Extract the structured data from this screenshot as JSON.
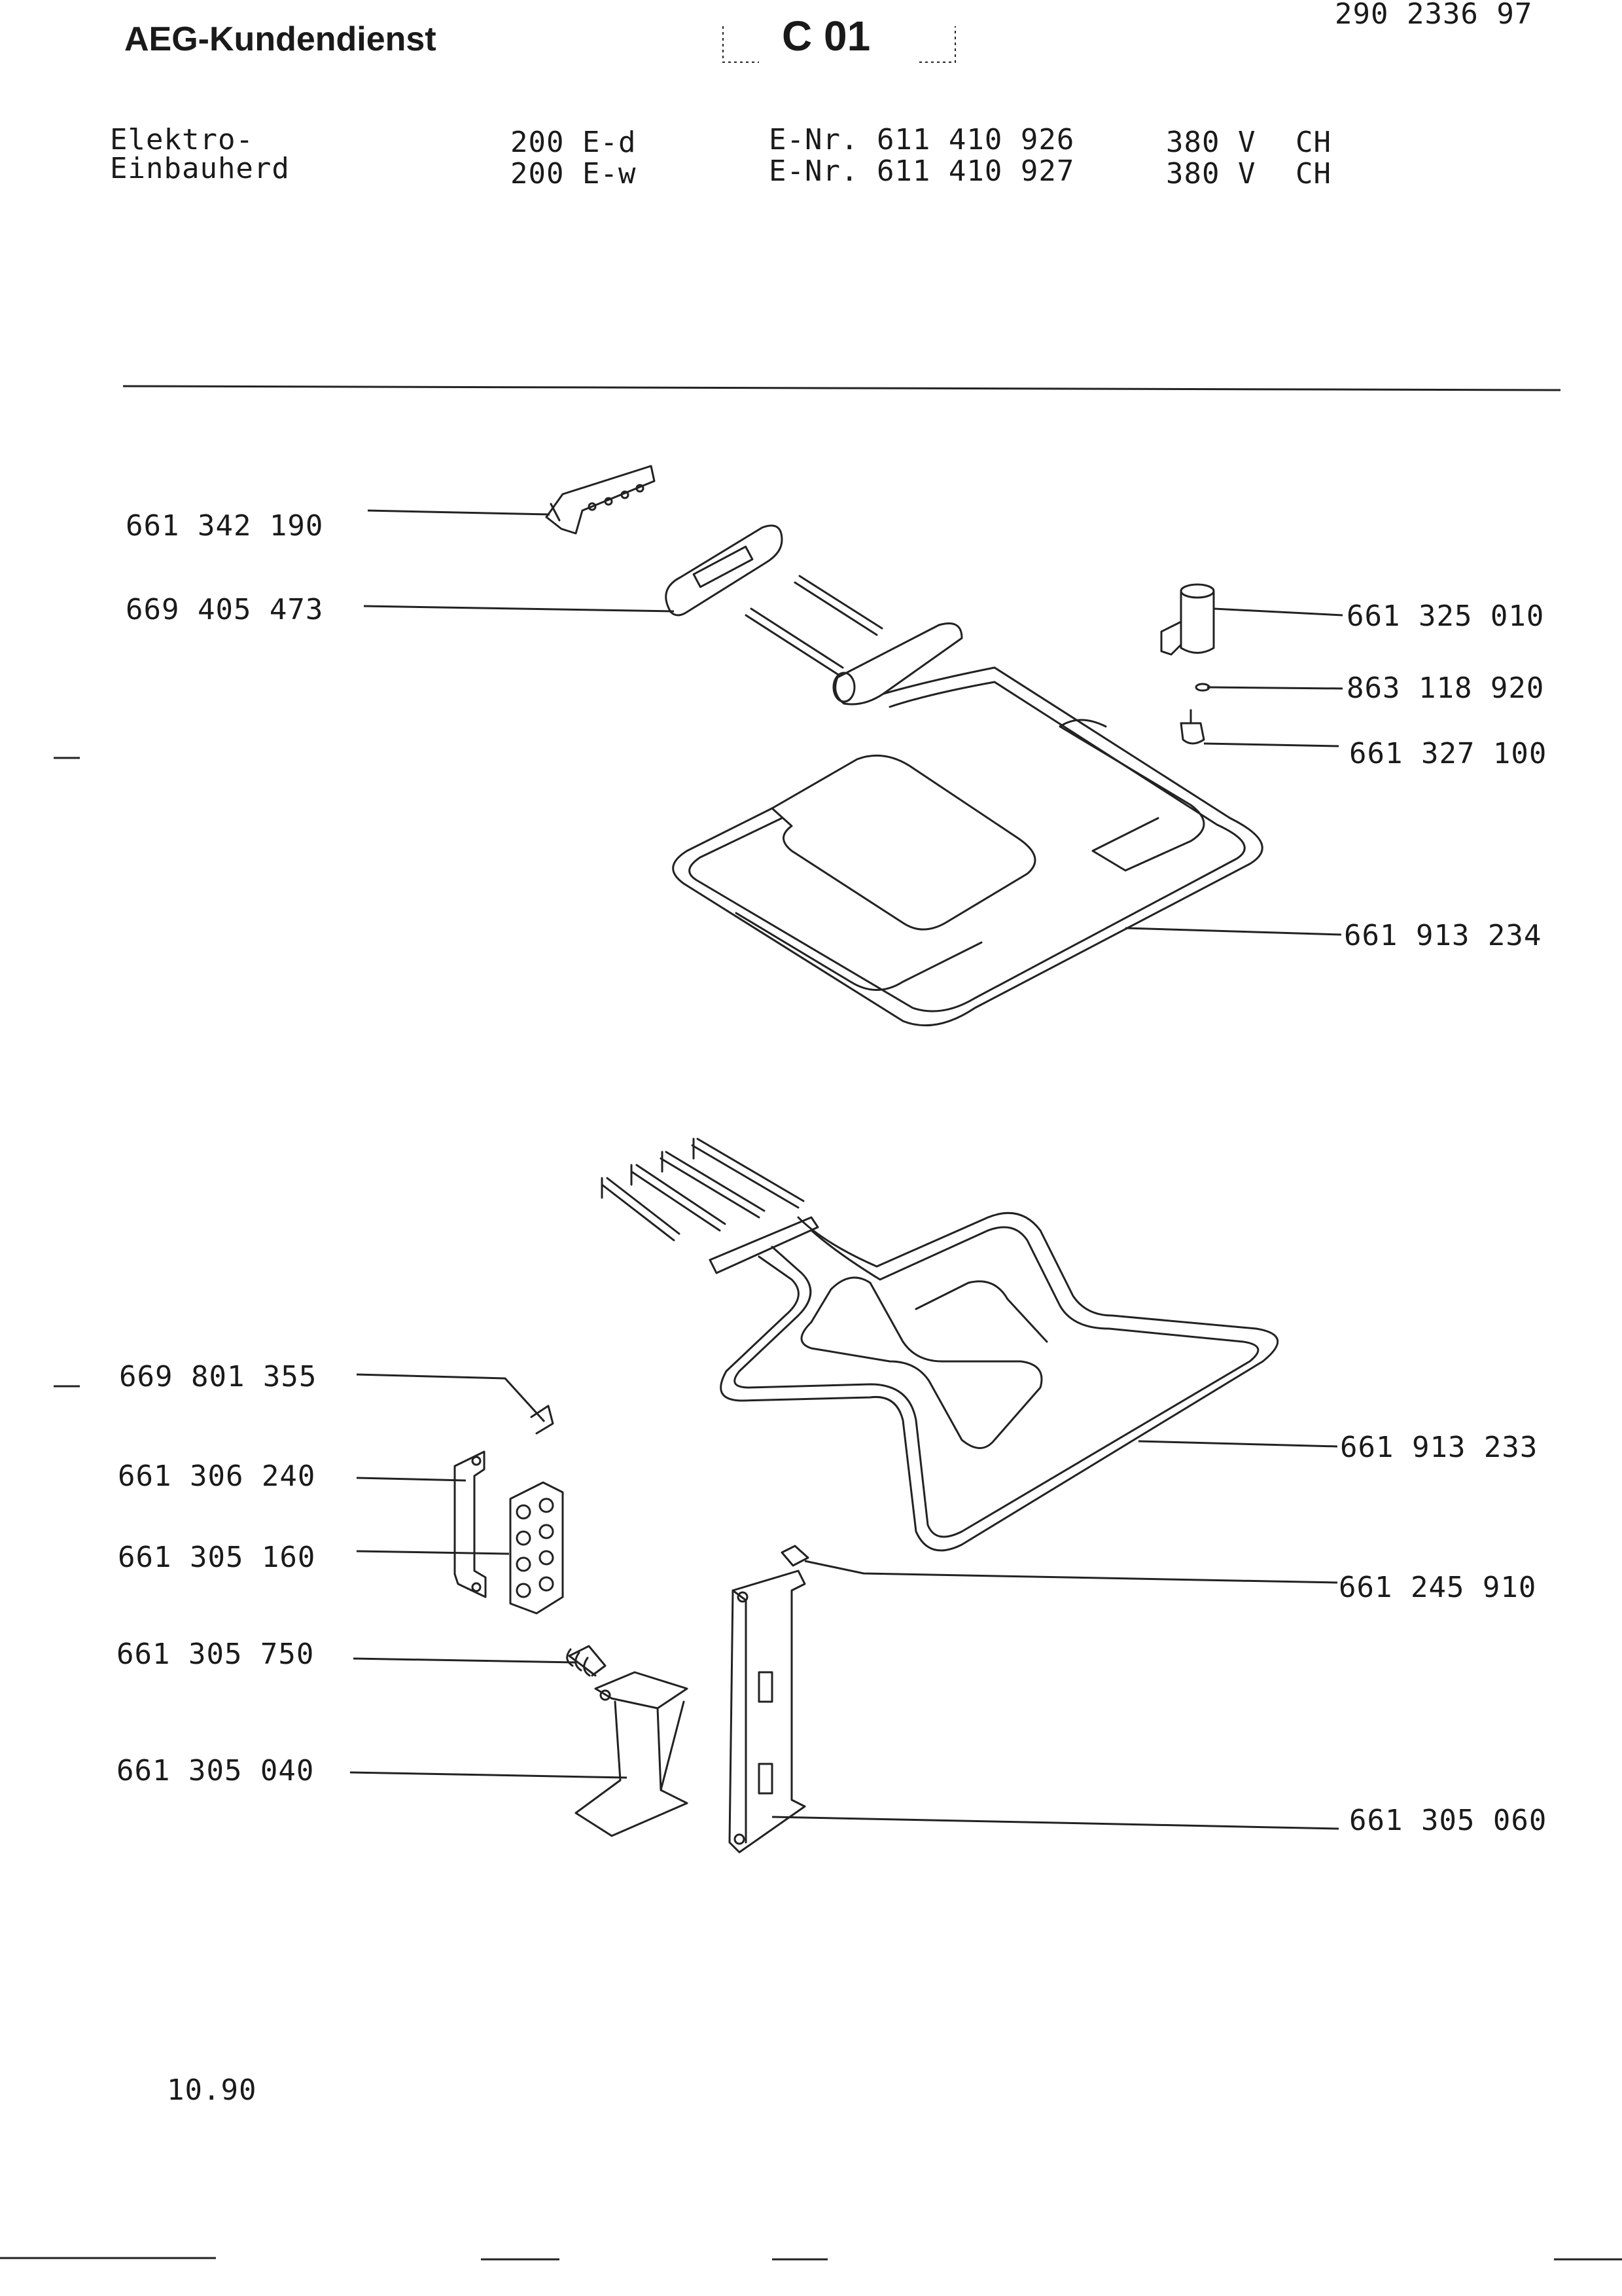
{
  "header": {
    "brand": "AEG-Kundendienst",
    "section_code": "C 01",
    "doc_number": "290 2336 97"
  },
  "product": {
    "category_line1": "Elektro-",
    "category_line2": "Einbauherd",
    "variants": [
      {
        "model": "200 E-d",
        "enr": "E-Nr. 611 410 926",
        "voltage": "380 V",
        "country": "CH"
      },
      {
        "model": "200 E-w",
        "enr": "E-Nr. 611 410 927",
        "voltage": "380 V",
        "country": "CH"
      }
    ]
  },
  "parts": {
    "p1": "661 342 190",
    "p2": "669 405 473",
    "p3": "661 325 010",
    "p4": "863 118 920",
    "p5": "661 327 100",
    "p6": "661 913 234",
    "p7": "669 801 355",
    "p8": "661 913 233",
    "p9": "661 306 240",
    "p10": "661 305 160",
    "p11": "661 245 910",
    "p12": "661 305 750",
    "p13": "661 305 040",
    "p14": "661 305 060"
  },
  "footer": {
    "date": "10.90"
  }
}
